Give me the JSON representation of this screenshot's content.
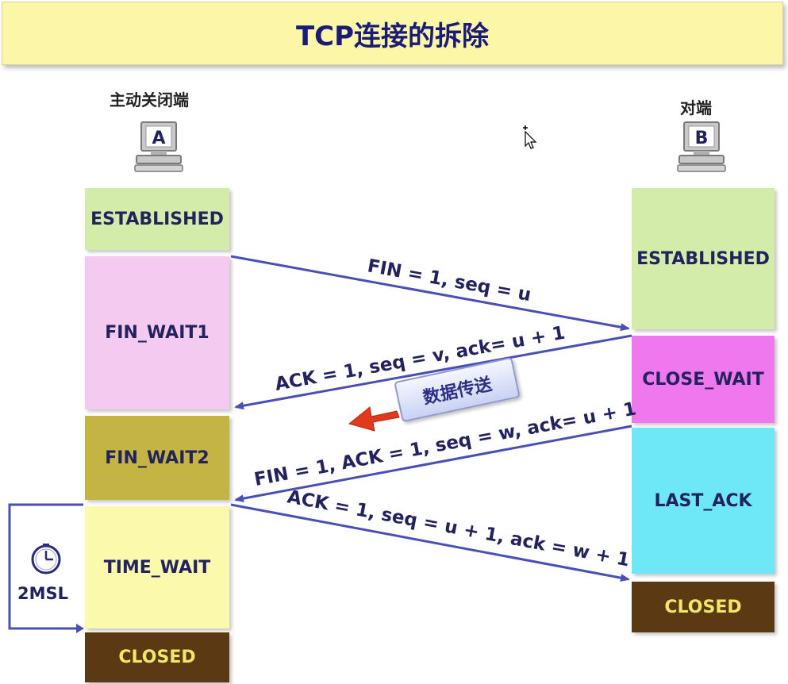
{
  "title": "TCP连接的拆除",
  "host_a": {
    "role_label": "主动关闭端",
    "letter": "A"
  },
  "host_b": {
    "role_label": "对端",
    "letter": "B"
  },
  "states_a": [
    "ESTABLISHED",
    "FIN_WAIT1",
    "FIN_WAIT2",
    "TIME_WAIT",
    "CLOSED"
  ],
  "states_b": [
    "ESTABLISHED",
    "CLOSE_WAIT",
    "LAST_ACK",
    "CLOSED"
  ],
  "messages": [
    "FIN = 1, seq = u",
    "ACK = 1, seq = v, ack= u + 1",
    "FIN = 1, ACK = 1, seq = w, ack= u + 1",
    "ACK = 1, seq = u + 1, ack = w + 1"
  ],
  "data_transfer_label": "数据传送",
  "timer_label": "2MSL",
  "colors": {
    "arrow": "#4a4fb8",
    "data_arrow": "#e0391c",
    "text": "#22235e"
  }
}
